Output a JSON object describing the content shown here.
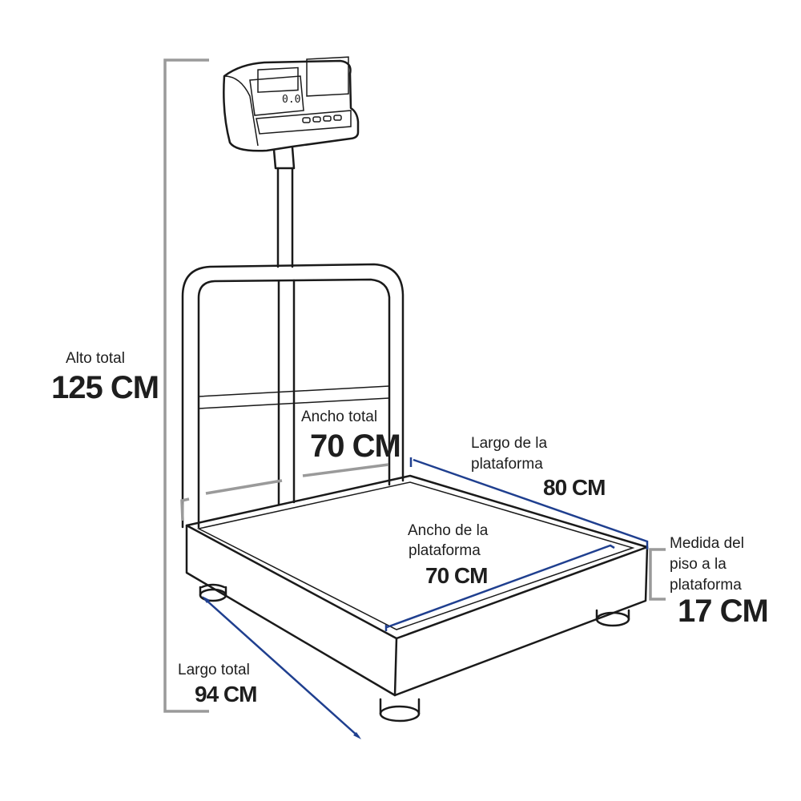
{
  "colors": {
    "outline": "#1a1a1a",
    "dimension_gray": "#9a9a9a",
    "dimension_blue": "#1f3f8f",
    "text": "#1e1e1e"
  },
  "alto_total": {
    "label": "Alto total",
    "value": "125 CM"
  },
  "ancho_total": {
    "label": "Ancho total",
    "value": "70 CM"
  },
  "largo_plataforma": {
    "label_line1": "Largo de la",
    "label_line2": "plataforma",
    "value": "80 CM"
  },
  "ancho_plataforma": {
    "label_line1": "Ancho de la",
    "label_line2": "plataforma",
    "value": "70 CM"
  },
  "medida_piso": {
    "label_line1": "Medida del",
    "label_line2": "piso a la",
    "label_line3": "plataforma",
    "value": "17 CM"
  },
  "largo_total": {
    "label": "Largo total",
    "value": "94 CM"
  },
  "display": {
    "reading": "0.0"
  }
}
